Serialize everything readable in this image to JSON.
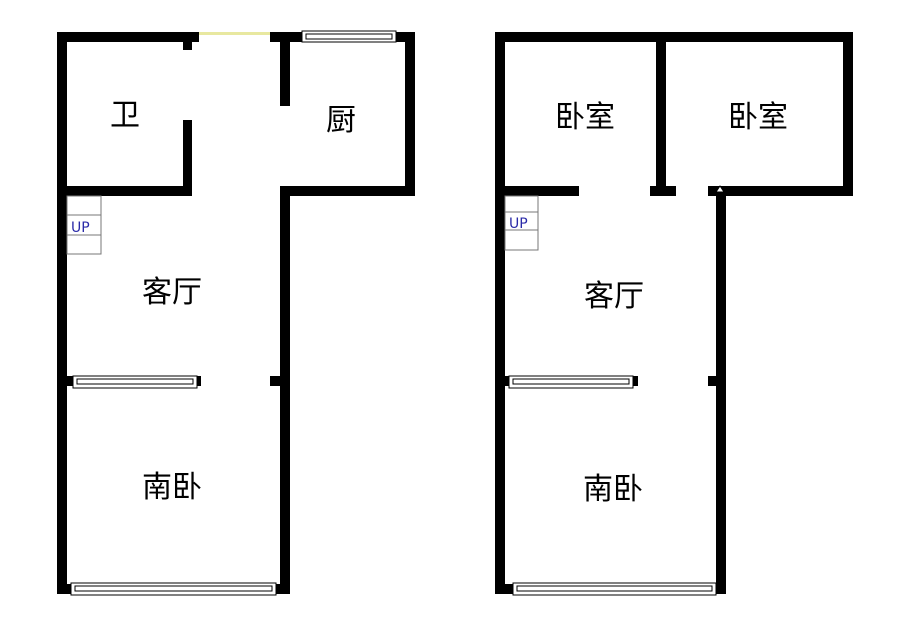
{
  "plans": [
    {
      "rooms": {
        "bathroom": "卫",
        "kitchen": "厨",
        "living_room": "客厅",
        "south_bedroom": "南卧"
      },
      "stair_label": "UP"
    },
    {
      "rooms": {
        "bedroom_left": "卧室",
        "bedroom_right": "卧室",
        "living_room": "客厅",
        "south_bedroom": "南卧"
      },
      "stair_label": "UP"
    }
  ],
  "colors": {
    "wall": "#000000",
    "window_frame": "#000000",
    "window_glass": "#ffffff",
    "door_opening": "#e8e8a0",
    "stair_text": "#2a2aa8"
  }
}
